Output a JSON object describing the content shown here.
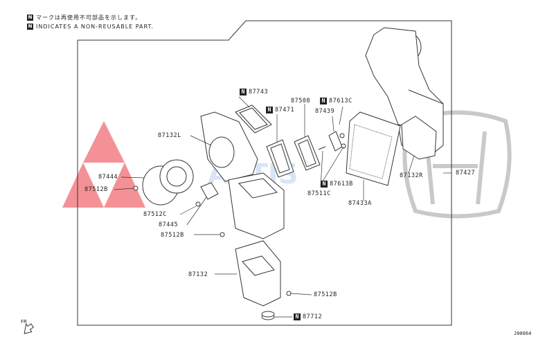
{
  "notes": {
    "jp": "マークは再使用不可部品を示します。",
    "en": "INDICATES A NON-REUSABLE PART.",
    "marker": "N"
  },
  "labels": {
    "p87743": "87743",
    "p87471": "87471",
    "p87508": "87508",
    "p87613c": "87613C",
    "p87439": "87439",
    "p87132l": "87132L",
    "p87444": "87444",
    "p87512b_1": "87512B",
    "p87512c": "87512C",
    "p87445": "87445",
    "p87512b_2": "87512B",
    "p87511c": "87511C",
    "p87613b": "87613B",
    "p87433a": "87433A",
    "p87132r": "87132R",
    "p87427": "87427",
    "p87132": "87132",
    "p87512b_3": "87512B",
    "p87712": "87712"
  },
  "orientation": "FR",
  "figure_code": "J00064",
  "watermark": {
    "text": "ASTIS",
    "colors": {
      "red": "#e8202a",
      "blue": "#2d6fd6",
      "gray": "#c9c9c9"
    }
  }
}
